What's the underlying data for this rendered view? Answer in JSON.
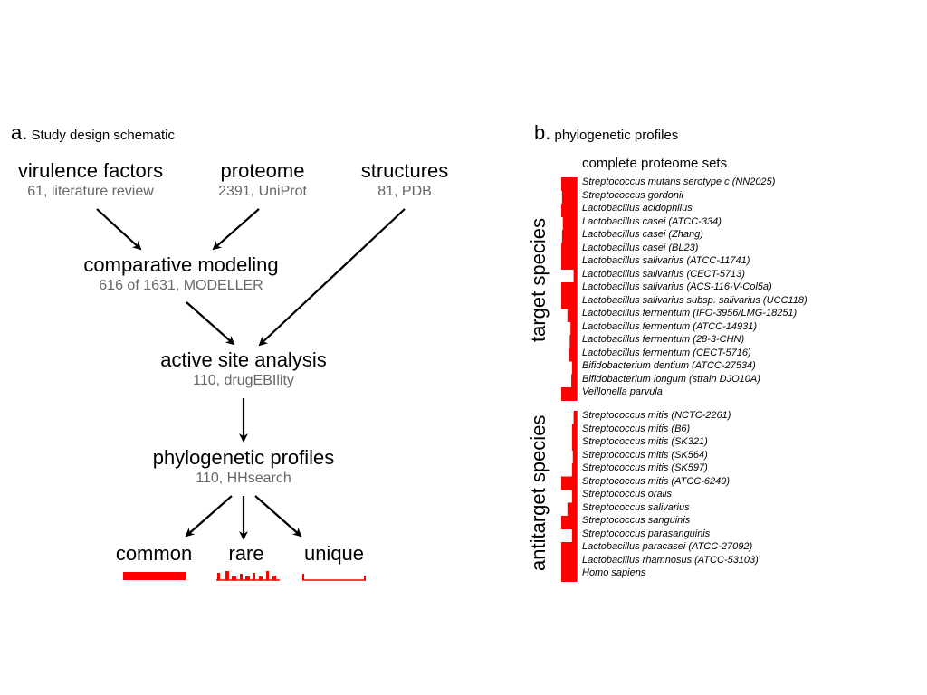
{
  "panel_a": {
    "letter": "a.",
    "title": "Study design schematic",
    "nodes": {
      "virulence_factors": {
        "label": "virulence factors",
        "sub": "61, literature review"
      },
      "proteome": {
        "label": "proteome",
        "sub": "2391, UniProt"
      },
      "structures": {
        "label": "structures",
        "sub": "81, PDB"
      },
      "comparative_modeling": {
        "label": "comparative modeling",
        "sub": "616 of 1631, MODELLER"
      },
      "active_site": {
        "label": "active site analysis",
        "sub": "110, drugEBIlity"
      },
      "phylo_profiles": {
        "label": "phylogenetic profiles",
        "sub": "110, HHsearch"
      }
    },
    "leaves": {
      "common": "common",
      "rare": "rare",
      "unique": "unique"
    },
    "colors": {
      "arrow": "#000000",
      "profile": "#ff0000",
      "sub_text": "#666666"
    }
  },
  "panel_b": {
    "letter": "b.",
    "title": "phylogenetic profiles",
    "column_header": "complete proteome sets",
    "target_label": "target species",
    "antitarget_label": "antitarget species",
    "target_species": [
      "Streptococcus mutans serotype c (NN2025)",
      "Streptococcus gordonii",
      "Lactobacillus acidophilus",
      "Lactobacillus casei (ATCC-334)",
      "Lactobacillus casei (Zhang)",
      "Lactobacillus casei (BL23)",
      "Lactobacillus salivarius (ATCC-11741)",
      "Lactobacillus salivarius (CECT-5713)",
      "Lactobacillus salivarius  (ACS-116-V-Col5a)",
      "Lactobacillus salivarius subsp. salivarius (UCC118)",
      "Lactobacillus fermentum (IFO-3956/LMG-18251)",
      "Lactobacillus fermentum (ATCC-14931)",
      "Lactobacillus fermentum (28-3-CHN)",
      "Lactobacillus fermentum (CECT-5716)",
      "Bifidobacterium dentium (ATCC-27534)",
      "Bifidobacterium longum (strain DJO10A)",
      "Veillonella parvula"
    ],
    "antitarget_species": [
      "Streptococcus mitis (NCTC-2261)",
      "Streptococcus mitis (B6)",
      "Streptococcus mitis (SK321)",
      "Streptococcus mitis (SK564)",
      "Streptococcus mitis (SK597)",
      "Streptococcus mitis (ATCC-6249)",
      "Streptococcus oralis",
      "Streptococcus salivarius",
      "Streptococcus sanguinis",
      "Streptococcus parasanguinis",
      "Lactobacillus paracasei (ATCC-27092)",
      "Lactobacillus rhamnosus (ATCC-53103)",
      "Homo sapiens"
    ],
    "target_profile_fill": [
      1.0,
      0.95,
      1.0,
      0.9,
      0.95,
      1.0,
      1.0,
      0.2,
      1.0,
      1.0,
      0.6,
      0.4,
      0.45,
      0.5,
      0.3,
      0.35,
      1.0
    ],
    "antitarget_profile_fill": [
      0.2,
      0.3,
      0.3,
      0.25,
      0.3,
      1.0,
      0.3,
      0.6,
      1.0,
      0.3,
      1.0,
      1.0,
      1.0
    ]
  }
}
